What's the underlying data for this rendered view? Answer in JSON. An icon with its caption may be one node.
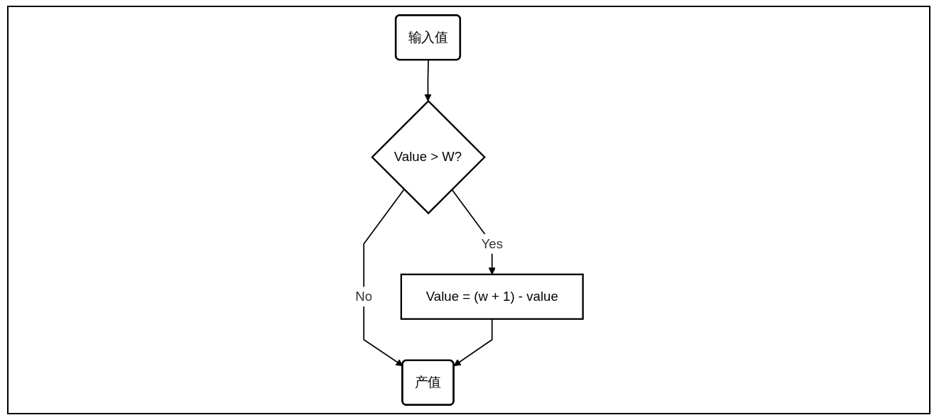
{
  "diagram": {
    "nodes": [
      {
        "text": [
          "输入值"
        ]
      },
      {
        "text": [
          "Value > W?"
        ]
      },
      {
        "text": [
          "Value = (w + 1) - value"
        ]
      },
      {
        "text": [
          "产值"
        ]
      }
    ],
    "edges": [
      {
        "from": 0,
        "to": 1,
        "arrow": "to"
      },
      {
        "from": 1,
        "to": 2,
        "label": "Yes",
        "arrow": "to"
      },
      {
        "from": 1,
        "to": 3,
        "label": "No",
        "arrow": "to"
      },
      {
        "from": 2,
        "to": 3,
        "arrow": "to"
      }
    ]
  }
}
